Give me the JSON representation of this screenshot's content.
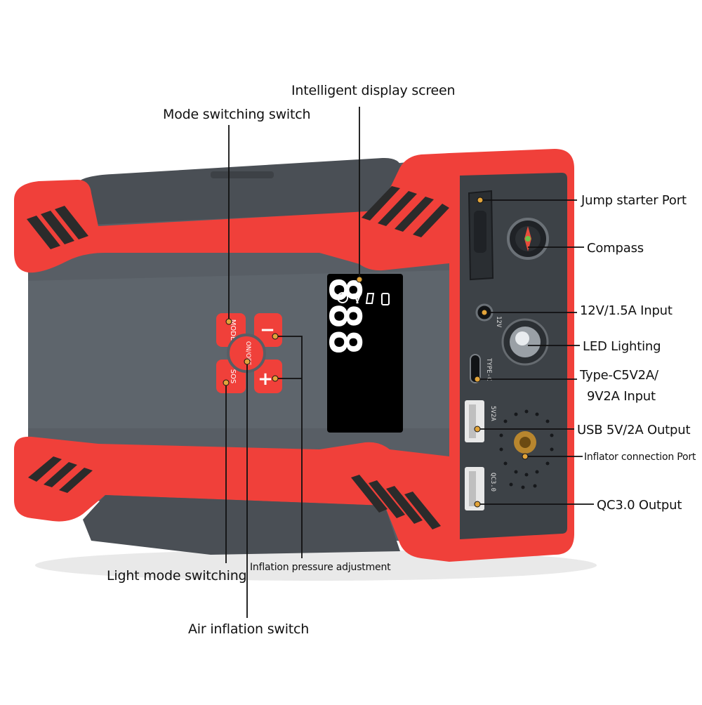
{
  "labels": {
    "display_screen": "Intelligent display screen",
    "mode_switch": "Mode switching switch",
    "jump_starter": "Jump starter Port",
    "compass": "Compass",
    "input_12v": "12V/1.5A Input",
    "led": "LED Lighting",
    "typec_line1": "Type-C5V2A/",
    "typec_line2": "9V2A Input",
    "usb": "USB 5V/2A Output",
    "inflator": "Inflator connection Port",
    "qc": "QC3.0 Output",
    "light_mode": "Light mode switching",
    "inflation_pressure": "Inflation pressure adjustment",
    "air_switch": "Air inflation switch"
  },
  "buttons": {
    "mode": "MODE",
    "sos": "SOS",
    "on_off": "ON/OFF",
    "minus": "−",
    "plus": "+"
  },
  "display": {
    "digits": "888"
  },
  "port_labels": {
    "usb": "5V2A",
    "qc": "QC3.0",
    "dc": "12V",
    "typec": "TYPE-C"
  },
  "colors": {
    "red": "#f0403a",
    "gray": "#555c63",
    "panel": "#3d4247",
    "screen": "#000000",
    "digits": "#ffffff"
  }
}
